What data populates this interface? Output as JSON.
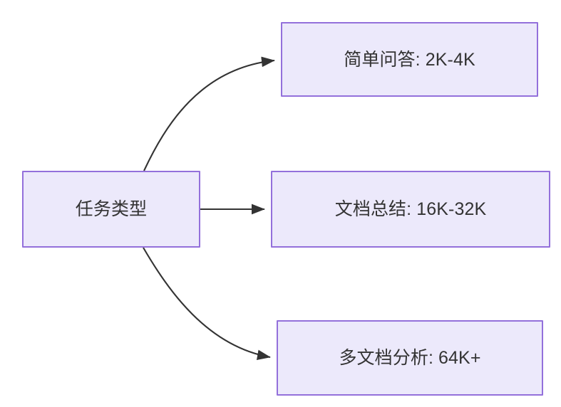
{
  "diagram": {
    "type": "flowchart",
    "direction": "left-to-right",
    "background_color": "#ffffff",
    "node_fill_color": "#ece9fb",
    "node_border_color": "#9370db",
    "node_text_color": "#333333",
    "edge_color": "#333333",
    "source_node": {
      "id": "task-type",
      "label": "任务类型"
    },
    "target_nodes": [
      {
        "id": "simple-qa",
        "label": "简单问答: 2K-4K"
      },
      {
        "id": "doc-summary",
        "label": "文档总结: 16K-32K"
      },
      {
        "id": "multi-doc",
        "label": "多文档分析: 64K+"
      }
    ],
    "edges": [
      {
        "id": "edge-to-simple-qa",
        "from": "task-type",
        "to": "simple-qa",
        "label": "",
        "style": "curved-arrow"
      },
      {
        "id": "edge-to-doc-summary",
        "from": "task-type",
        "to": "doc-summary",
        "label": "",
        "style": "straight-arrow"
      },
      {
        "id": "edge-to-multi-doc",
        "from": "task-type",
        "to": "multi-doc",
        "label": "",
        "style": "curved-arrow"
      }
    ]
  }
}
